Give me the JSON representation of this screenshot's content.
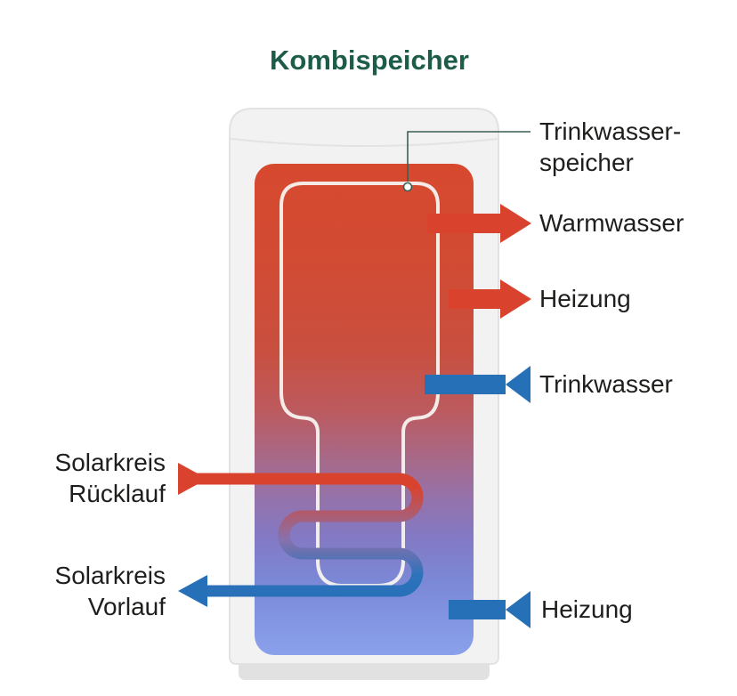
{
  "title": "Kombispeicher",
  "labels": {
    "inner_tank_line1": "Trinkwasser-",
    "inner_tank_line2": "speicher",
    "warm_water": "Warmwasser",
    "heating_supply": "Heizung",
    "drinking_water": "Trinkwasser",
    "solar_return_line1": "Solarkreis",
    "solar_return_line2": "Rücklauf",
    "solar_flow_line1": "Solarkreis",
    "solar_flow_line2": "Vorlauf",
    "heating_return": "Heizung"
  },
  "colors": {
    "hot_red": "#d9432e",
    "cold_blue": "#2670b8",
    "title_green": "#1d5c49",
    "label_text": "#1f1e1c",
    "tank_gray": "#f2f2f2",
    "tank_base_gray": "#e1e1e1",
    "gradient_top": "#d6492f",
    "gradient_bottom": "#8ba0ea"
  },
  "arrows": [
    {
      "label": "Warmwasser",
      "color": "hot_red",
      "direction": "out-right"
    },
    {
      "label": "Heizung",
      "color": "hot_red",
      "direction": "out-right"
    },
    {
      "label": "Trinkwasser",
      "color": "cold_blue",
      "direction": "in-left"
    },
    {
      "label": "Solarkreis Rücklauf",
      "color": "hot_red",
      "direction": "in-right"
    },
    {
      "label": "Solarkreis Vorlauf",
      "color": "cold_blue",
      "direction": "out-left"
    },
    {
      "label": "Heizung",
      "color": "cold_blue",
      "direction": "in-left"
    }
  ]
}
